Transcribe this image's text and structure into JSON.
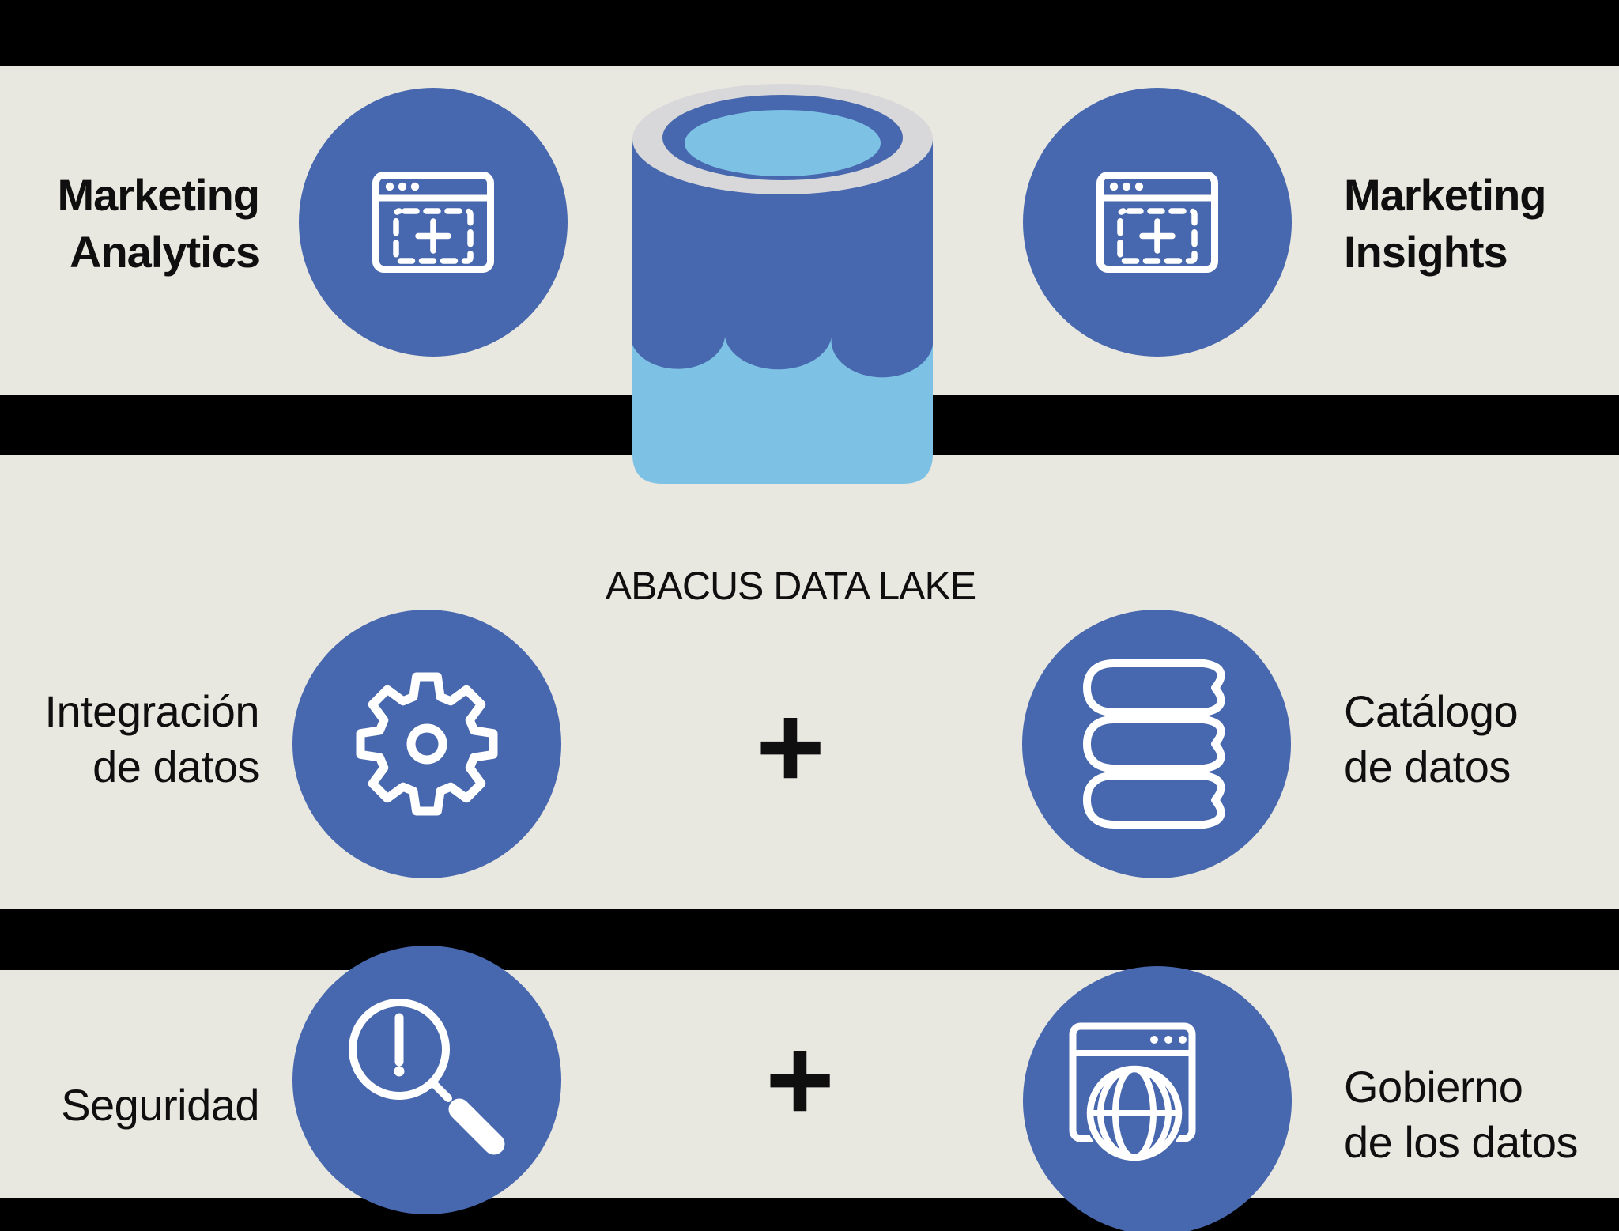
{
  "title": {
    "label": "ABACUS DATA LAKE"
  },
  "colors": {
    "bg_color": "#e9e8e0",
    "bar_color": "#000000",
    "circle_blue": "#4767ae",
    "water_blue": "#7dc1e5",
    "rim_gray": "#d8d8da",
    "icon_white": "#ffffff",
    "text_color": "#0f0f0f"
  },
  "nodes": {
    "marketing_analytics": {
      "label_line1": "Marketing",
      "label_line2": "Analytics",
      "icon": "browser-plus-icon"
    },
    "marketing_insights": {
      "label_line1": "Marketing",
      "label_line2": "Insights",
      "icon": "browser-plus-icon"
    },
    "integracion": {
      "label_line1": "Integración",
      "label_line2": "de datos",
      "icon": "gear-icon"
    },
    "catalogo": {
      "label_line1": "Catálogo",
      "label_line2": "de datos",
      "icon": "books-icon"
    },
    "seguridad": {
      "label_line1": "Seguridad",
      "icon": "magnifier-alert-icon"
    },
    "gobierno": {
      "label_line1": "Gobierno",
      "label_line2": "de los datos",
      "icon": "browser-globe-icon"
    }
  },
  "operators": {
    "plus_top": "+",
    "plus_bottom": "+"
  }
}
